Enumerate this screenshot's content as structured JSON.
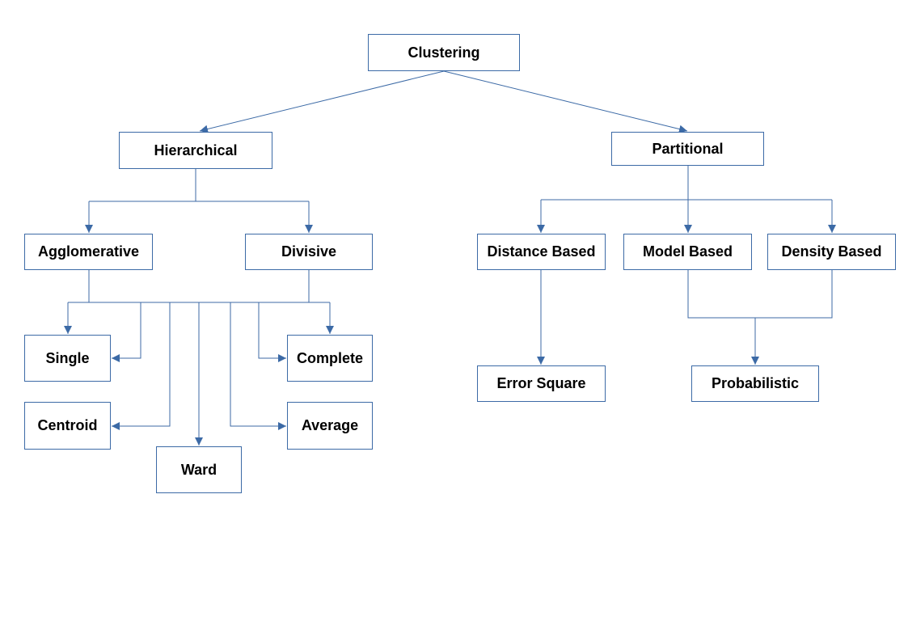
{
  "diagram": {
    "line_color": "#3c6aa6",
    "nodes": {
      "clustering": "Clustering",
      "hierarchical": "Hierarchical",
      "partitional": "Partitional",
      "agglomerative": "Agglomerative",
      "divisive": "Divisive",
      "distance_based": "Distance Based",
      "model_based": "Model Based",
      "density_based": "Density Based",
      "single": "Single",
      "complete": "Complete",
      "centroid": "Centroid",
      "average": "Average",
      "ward": "Ward",
      "error_square": "Error Square",
      "probabilistic": "Probabilistic"
    }
  }
}
